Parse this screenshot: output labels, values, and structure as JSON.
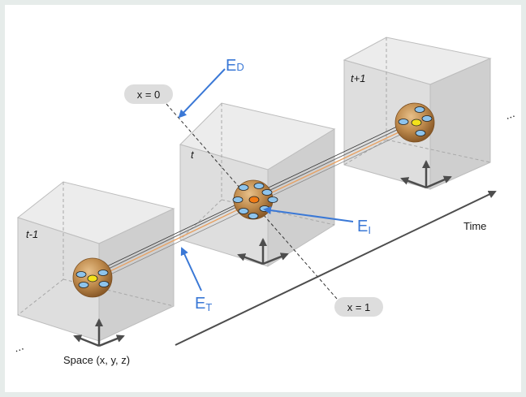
{
  "frames": {
    "prev": "t-1",
    "curr": "t",
    "next": "t+1"
  },
  "labels": {
    "ellipsis_left": "...",
    "ellipsis_right": "...",
    "space_axis": "Space (x, y, z)",
    "time_axis": "Time",
    "x0": "x = 0",
    "x1": "x = 1"
  },
  "energy_labels": {
    "ed": {
      "main": "E",
      "sub": "D"
    },
    "ei": {
      "main": "E",
      "sub": "I"
    },
    "et": {
      "main": "E",
      "sub": "T"
    }
  },
  "colors": {
    "arrow_blue": "#3a78d6",
    "cube_fill": "#dcdcdc",
    "cell_orange": "#b98743",
    "cytoplasm_blue": "#8ec4ec",
    "nucleus_yellow": "#f4e21a",
    "nucleus_orange": "#f27b14",
    "track_orange": "#e8a060"
  }
}
